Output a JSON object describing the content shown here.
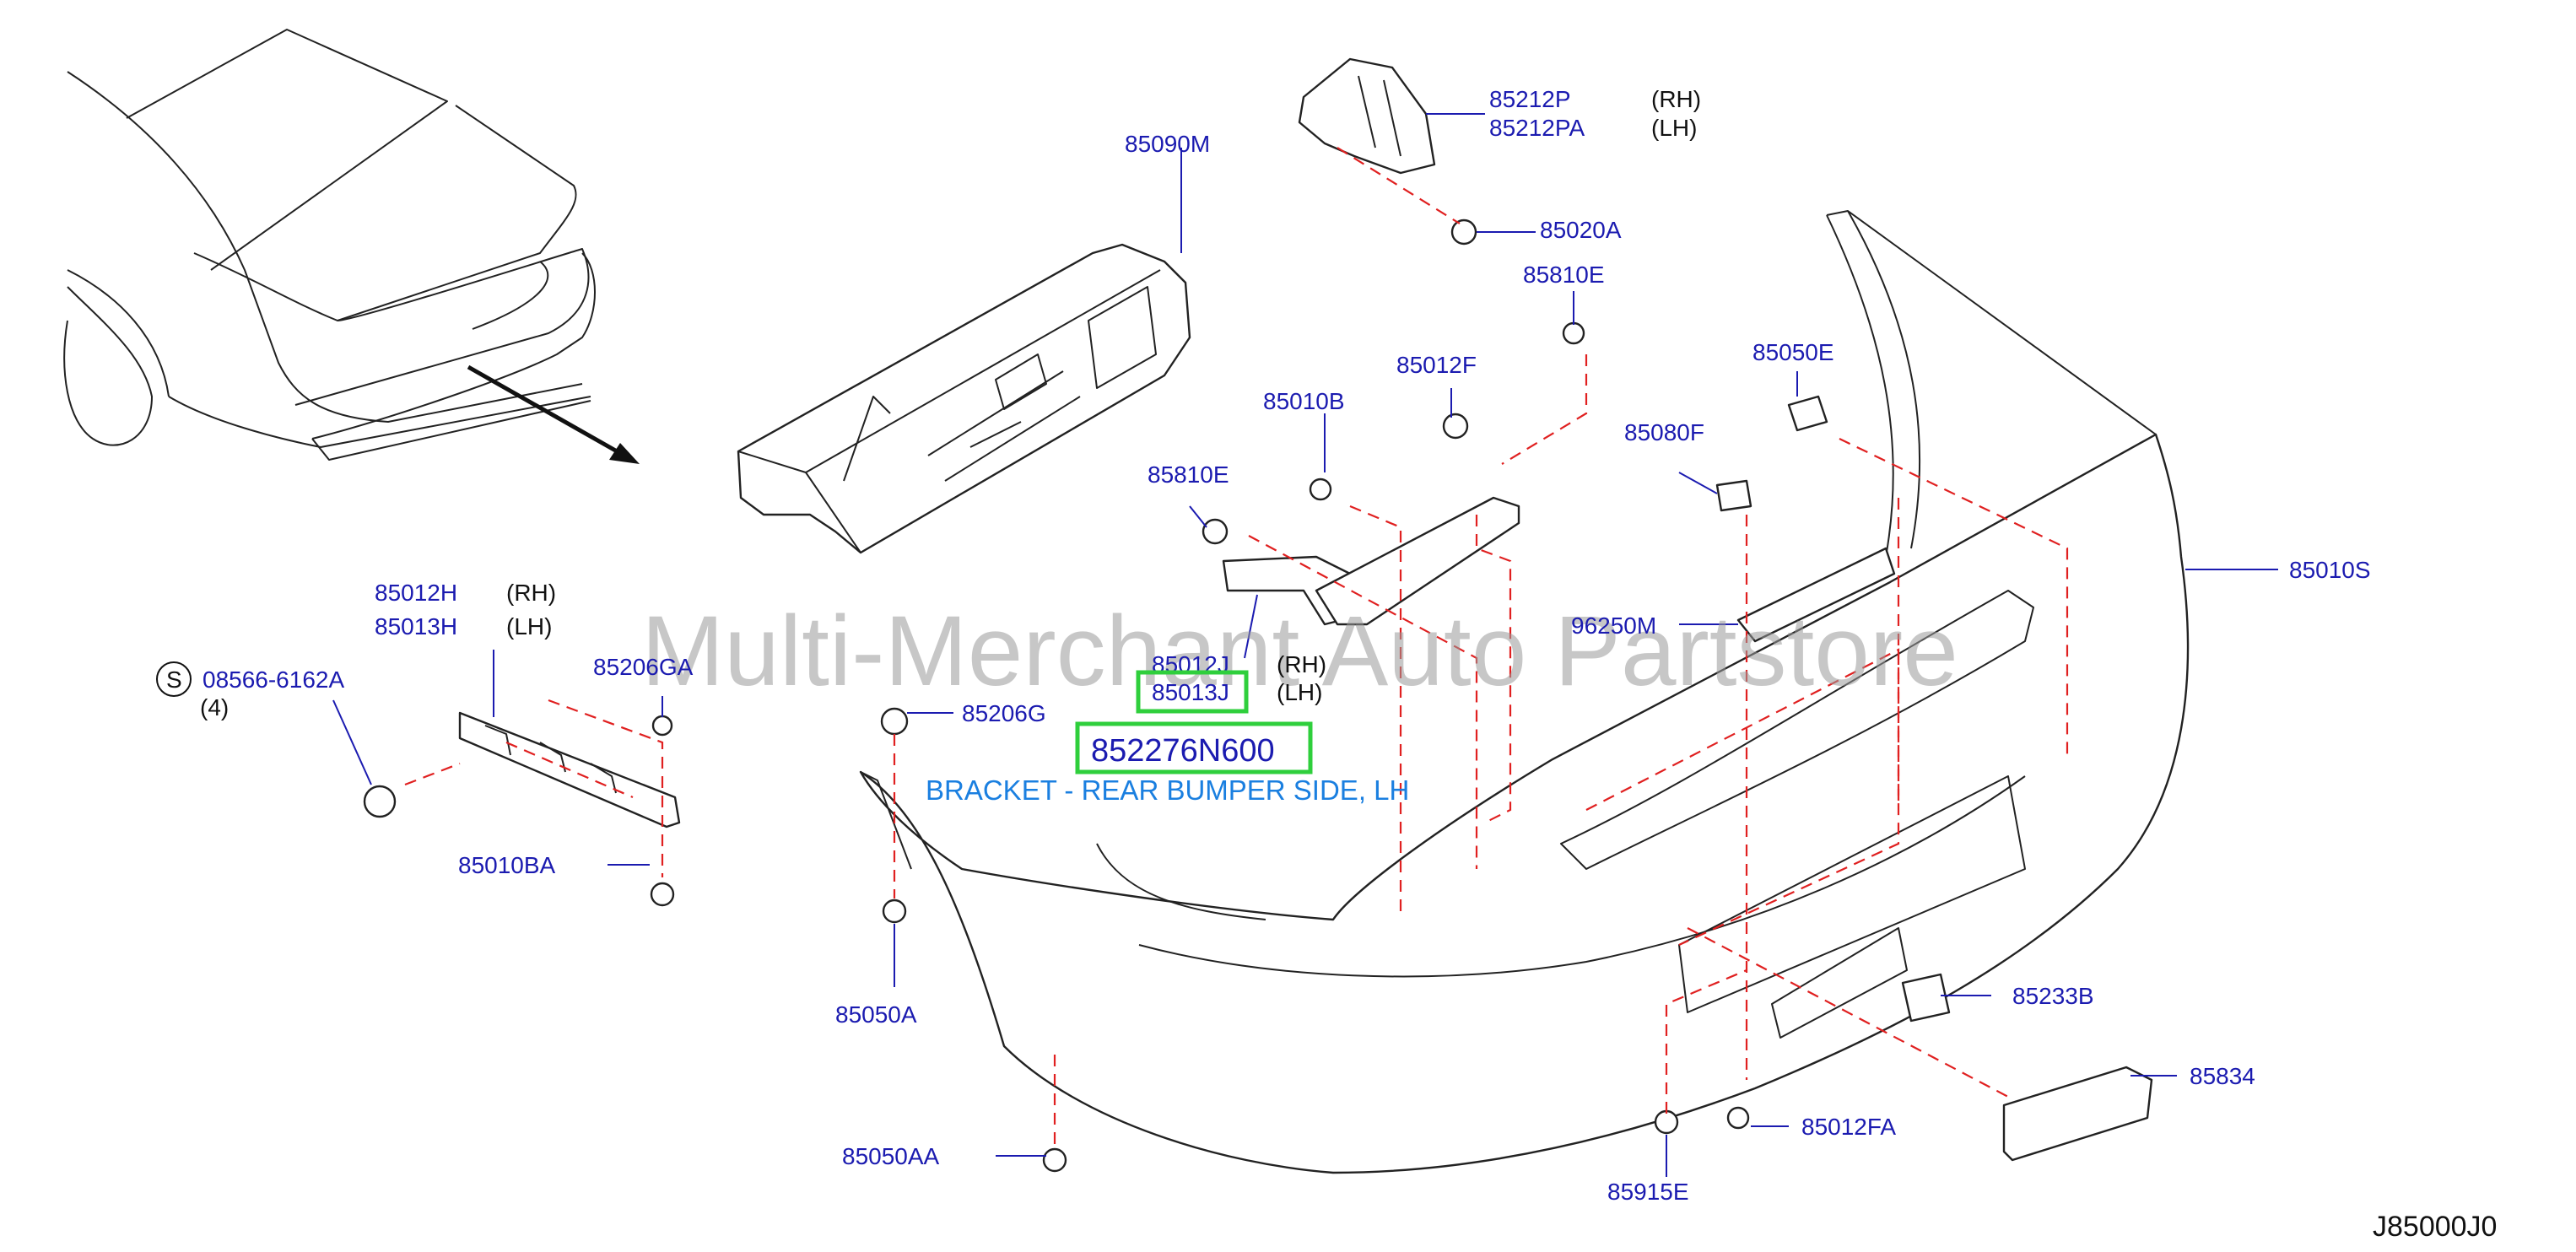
{
  "diagram": {
    "watermark": "Multi-Merchant Auto Partstore",
    "diagram_code": "J85000J0",
    "highlight": {
      "part_number": "852276N600",
      "description": "BRACKET - REAR BUMPER SIDE, LH"
    },
    "parts": [
      {
        "id": "85212P",
        "note": "(RH)"
      },
      {
        "id": "85212PA",
        "note": "(LH)"
      },
      {
        "id": "85090M"
      },
      {
        "id": "85020A"
      },
      {
        "id": "85810E"
      },
      {
        "id": "85012F"
      },
      {
        "id": "85050E"
      },
      {
        "id": "85010B"
      },
      {
        "id": "85080F"
      },
      {
        "id": "85810E"
      },
      {
        "id": "85010S"
      },
      {
        "id": "85012H",
        "note": "(RH)"
      },
      {
        "id": "85013H",
        "note": "(LH)"
      },
      {
        "id": "96250M"
      },
      {
        "id": "08566-6162A",
        "prefix": "S",
        "qty": "(4)"
      },
      {
        "id": "85206GA"
      },
      {
        "id": "85012J",
        "note": "(RH)"
      },
      {
        "id": "85013J",
        "note": "(LH)"
      },
      {
        "id": "85206G"
      },
      {
        "id": "85010BA"
      },
      {
        "id": "85050A"
      },
      {
        "id": "85233B"
      },
      {
        "id": "85834"
      },
      {
        "id": "85012FA"
      },
      {
        "id": "85050AA"
      },
      {
        "id": "85915E"
      }
    ]
  }
}
